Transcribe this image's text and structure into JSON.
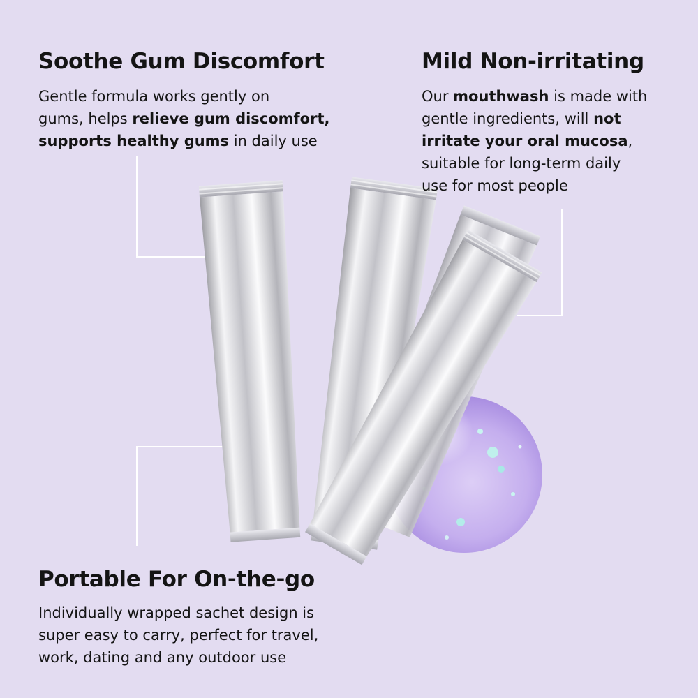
{
  "features": {
    "gum": {
      "title": "Soothe Gum Discomfort",
      "lines": [
        [
          {
            "t": "Gentle formula works gently on",
            "b": false
          }
        ],
        [
          {
            "t": "gums, helps ",
            "b": false
          },
          {
            "t": "relieve gum discomfort,",
            "b": true
          }
        ],
        [
          {
            "t": "supports healthy gums",
            "b": true
          },
          {
            "t": " in daily use",
            "b": false
          }
        ]
      ]
    },
    "mild": {
      "title": "Mild Non-irritating",
      "lines": [
        [
          {
            "t": "Our ",
            "b": false
          },
          {
            "t": "mouthwash",
            "b": true
          },
          {
            "t": " is made with",
            "b": false
          }
        ],
        [
          {
            "t": "gentle ingredients, will ",
            "b": false
          },
          {
            "t": "not",
            "b": true
          }
        ],
        [
          {
            "t": "irritate your oral mucosa",
            "b": true
          },
          {
            "t": ",",
            "b": false
          }
        ],
        [
          {
            "t": "suitable for long-term daily",
            "b": false
          }
        ],
        [
          {
            "t": "use for most people",
            "b": false
          }
        ]
      ]
    },
    "portable": {
      "title": "Portable For On-the-go",
      "lines": [
        [
          {
            "t": "Individually wrapped sachet design is",
            "b": false
          }
        ],
        [
          {
            "t": "super easy to carry, perfect for travel,",
            "b": false
          }
        ],
        [
          {
            "t": "work, dating and any outdoor use",
            "b": false
          }
        ]
      ]
    }
  },
  "colors": {
    "background": "#e3dcf1",
    "text": "#141414",
    "connector": "#ffffff",
    "gel": "#b79ae6"
  }
}
